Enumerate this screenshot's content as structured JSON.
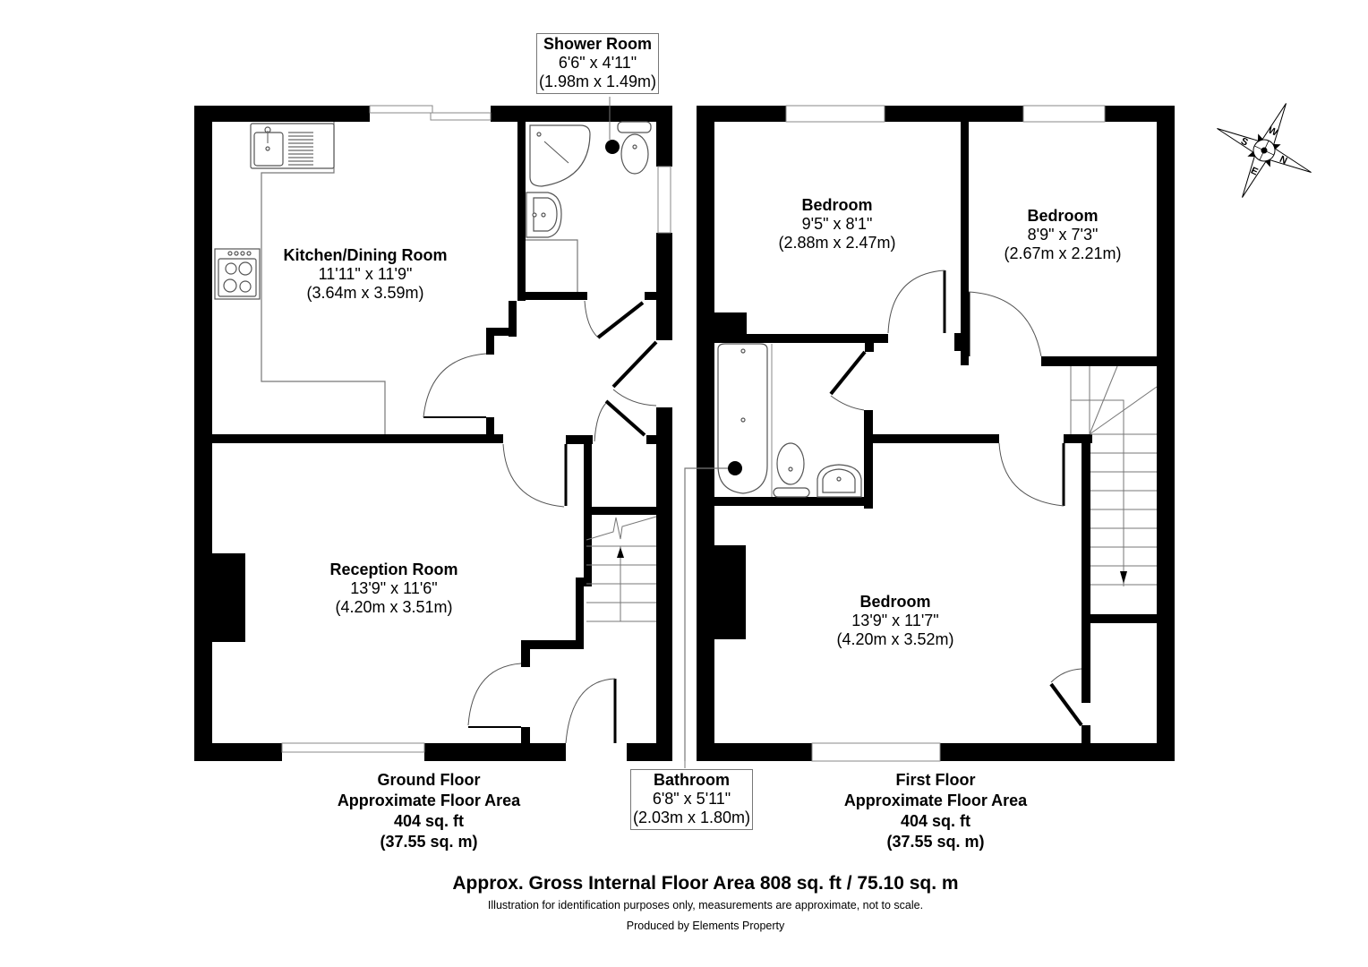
{
  "plan": {
    "colors": {
      "wall": "#000000",
      "fixture_line": "#555555",
      "window": "#888888",
      "background": "#ffffff"
    },
    "rooms": {
      "shower_room": {
        "name": "Shower Room",
        "imperial": "6'6\" x 4'11\"",
        "metric": "(1.98m x 1.49m)"
      },
      "kitchen_dining": {
        "name": "Kitchen/Dining Room",
        "imperial": "11'11\" x 11'9\"",
        "metric": "(3.64m x 3.59m)"
      },
      "reception": {
        "name": "Reception Room",
        "imperial": "13'9\" x 11'6\"",
        "metric": "(4.20m x 3.51m)"
      },
      "bedroom_1": {
        "name": "Bedroom",
        "imperial": "9'5\" x 8'1\"",
        "metric": "(2.88m x 2.47m)"
      },
      "bedroom_2": {
        "name": "Bedroom",
        "imperial": "8'9\" x 7'3\"",
        "metric": "(2.67m x 2.21m)"
      },
      "bedroom_main": {
        "name": "Bedroom",
        "imperial": "13'9\" x 11'7\"",
        "metric": "(4.20m x 3.52m)"
      },
      "bathroom": {
        "name": "Bathroom",
        "imperial": "6'8\" x 5'11\"",
        "metric": "(2.03m x 1.80m)"
      }
    },
    "floors": {
      "ground": {
        "name": "Ground Floor",
        "caption": "Approximate Floor Area",
        "sqft": "404 sq. ft",
        "sqm": "(37.55 sq. m)"
      },
      "first": {
        "name": "First Floor",
        "caption": "Approximate Floor Area",
        "sqft": "404 sq. ft",
        "sqm": "(37.55 sq. m)"
      }
    },
    "compass": {
      "icon": "compass-rose-icon",
      "n": "N",
      "s": "S",
      "e": "E",
      "w": "W"
    },
    "icons": [
      "compass-rose-icon",
      "stairs-up-arrow-icon",
      "stairs-down-arrow-icon",
      "sink-icon",
      "hob-icon",
      "toilet-icon",
      "basin-icon",
      "shower-tray-icon",
      "bath-icon",
      "chimney-breast-icon"
    ]
  },
  "footer": {
    "gross_area": "Approx. Gross Internal Floor Area 808 sq. ft / 75.10 sq. m",
    "disclaimer": "Illustration for identification purposes only, measurements are approximate, not to scale.",
    "producer": "Produced by Elements Property"
  }
}
